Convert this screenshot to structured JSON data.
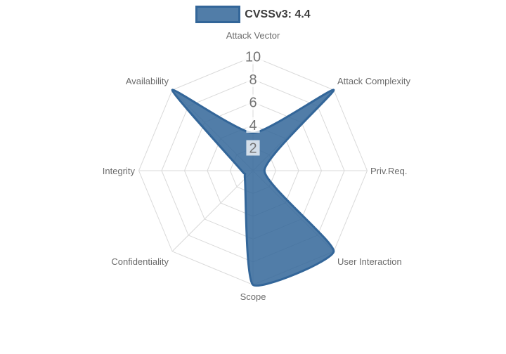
{
  "legend": {
    "label": "CVSSv3: 4.4"
  },
  "colors": {
    "background": "#ffffff",
    "series": "#336699",
    "grid": "#d9d9d9",
    "axis_label": "#6b6b6b",
    "tick_label": "#737373",
    "tick_backdrop": "rgba(255,255,255,0.75)",
    "legend_text": "#3d3d3d"
  },
  "chart_data": {
    "type": "radar",
    "title": "",
    "categories": [
      "Attack Vector",
      "Attack Complexity",
      "Priv.Req.",
      "User Interaction",
      "Scope",
      "Confidentiality",
      "Integrity",
      "Availability"
    ],
    "series": [
      {
        "name": "CVSSv3: 4.4",
        "values": [
          3.3,
          10,
          1,
          10,
          10,
          1,
          1,
          10
        ],
        "color": "#336699",
        "fill_opacity": 0.85,
        "border_width": 3
      }
    ],
    "radial_ticks": [
      2,
      4,
      6,
      8,
      10
    ],
    "rlim": [
      0,
      10
    ],
    "grid_shape": "polygon",
    "grid_on": true,
    "legend_position": "top",
    "line_tension": 0.5
  }
}
